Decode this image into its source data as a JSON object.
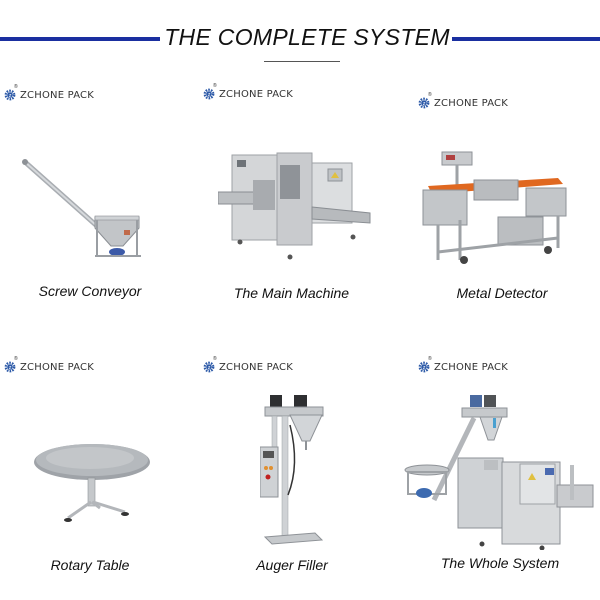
{
  "header": {
    "title": "THE COMPLETE SYSTEM",
    "accent_color": "#1a2fa0"
  },
  "brand": {
    "logo_text": "ZCHONE PACK",
    "logo_icon": "gear-icon",
    "registered_mark": "®"
  },
  "products": [
    {
      "label": "Screw Conveyor",
      "image": "screw-conveyor-image"
    },
    {
      "label": "The Main Machine",
      "image": "main-machine-image"
    },
    {
      "label": "Metal Detector",
      "image": "metal-detector-image"
    },
    {
      "label": "Rotary Table",
      "image": "rotary-table-image"
    },
    {
      "label": "Auger Filler",
      "image": "auger-filler-image"
    },
    {
      "label": "The Whole System",
      "image": "whole-system-image"
    }
  ]
}
